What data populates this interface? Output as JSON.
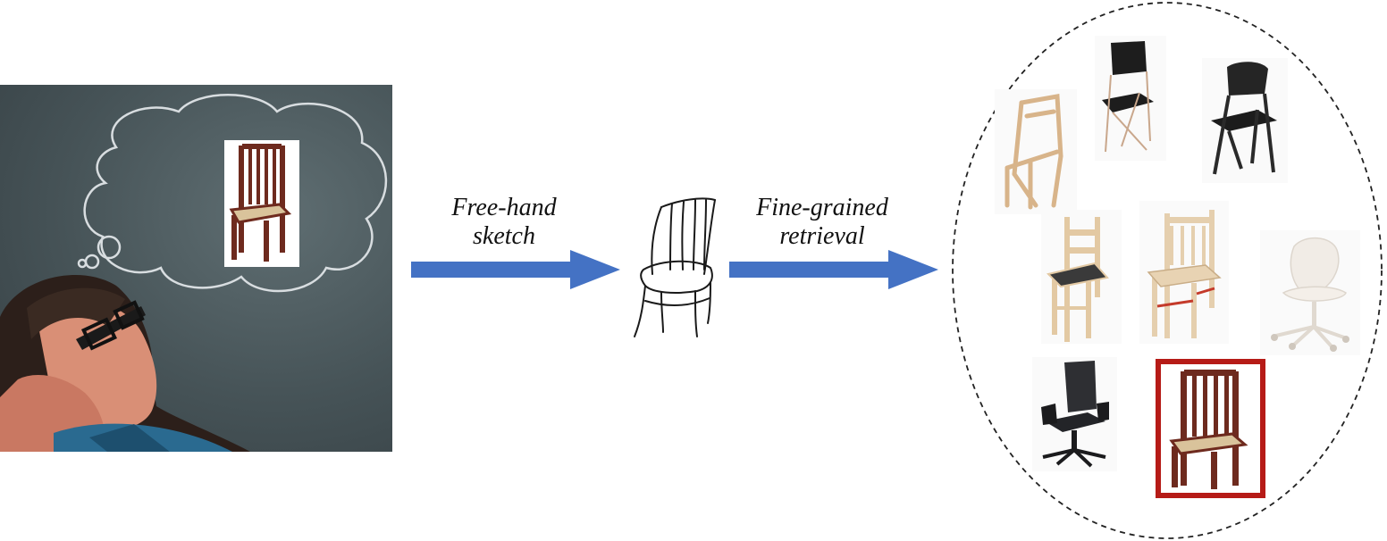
{
  "diagram": {
    "steps": [
      {
        "caption_line1": "Free-hand",
        "caption_line2": "sketch"
      },
      {
        "caption_line1": "Fine-grained",
        "caption_line2": "retrieval"
      }
    ],
    "colors": {
      "arrow": "#4472c4",
      "selected_border": "#b61b17",
      "panel_background": "#465357",
      "gallery_outline": "#222222"
    },
    "icons": {
      "person": "thinking-person-illustration",
      "thought": "thought-bubble-icon",
      "target": "wooden-chair-photo",
      "sketch": "chair-sketch",
      "gallery": [
        "folding-chair-beige",
        "folding-chair-black-chrome",
        "folding-chair-black",
        "wooden-chair-ladder",
        "wooden-chair-spindle",
        "white-swivel-chair",
        "office-chair-black",
        "wooden-chair-slatted"
      ]
    },
    "selected_index": 7
  }
}
